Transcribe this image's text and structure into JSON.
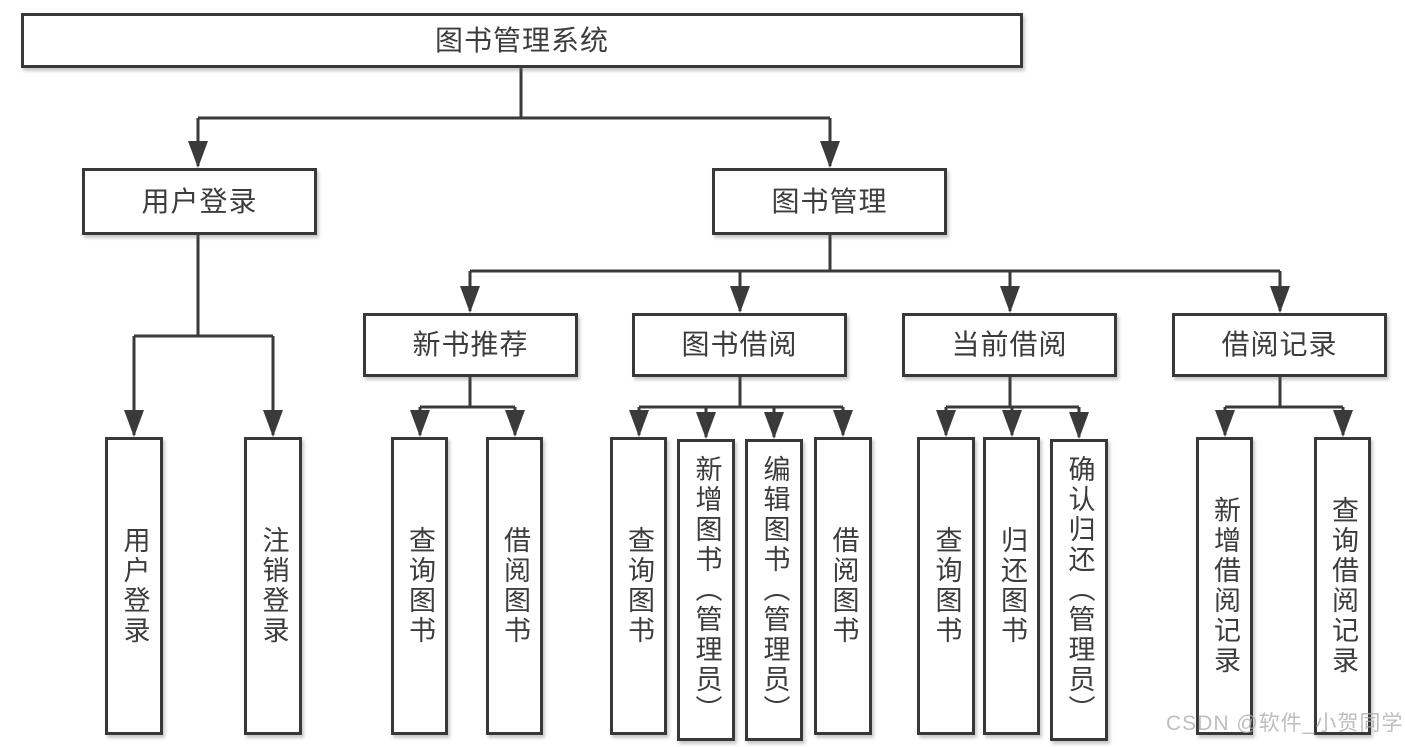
{
  "diagram": {
    "root": {
      "label": "图书管理系统"
    },
    "branches": [
      {
        "label": "用户登录",
        "children": [
          {
            "label": "用户登录"
          },
          {
            "label": "注销登录"
          }
        ]
      },
      {
        "label": "图书管理",
        "children": [
          {
            "label": "新书推荐",
            "children": [
              {
                "label": "查询图书"
              },
              {
                "label": "借阅图书"
              }
            ]
          },
          {
            "label": "图书借阅",
            "children": [
              {
                "label": "查询图书"
              },
              {
                "label": "新增图书（管理员）"
              },
              {
                "label": "编辑图书（管理员）"
              },
              {
                "label": "借阅图书"
              }
            ]
          },
          {
            "label": "当前借阅",
            "children": [
              {
                "label": "查询图书"
              },
              {
                "label": "归还图书"
              },
              {
                "label": "确认归还（管理员）"
              }
            ]
          },
          {
            "label": "借阅记录",
            "children": [
              {
                "label": "新增借阅记录"
              },
              {
                "label": "查询借阅记录"
              }
            ]
          }
        ]
      }
    ]
  },
  "watermark": {
    "text": "CSDN @软件_小贺同学"
  },
  "colors": {
    "line": "#3a3a3a",
    "border": "#383838",
    "text": "#3c3c3c",
    "background": "#ffffff",
    "watermark": "#aeaeae"
  }
}
